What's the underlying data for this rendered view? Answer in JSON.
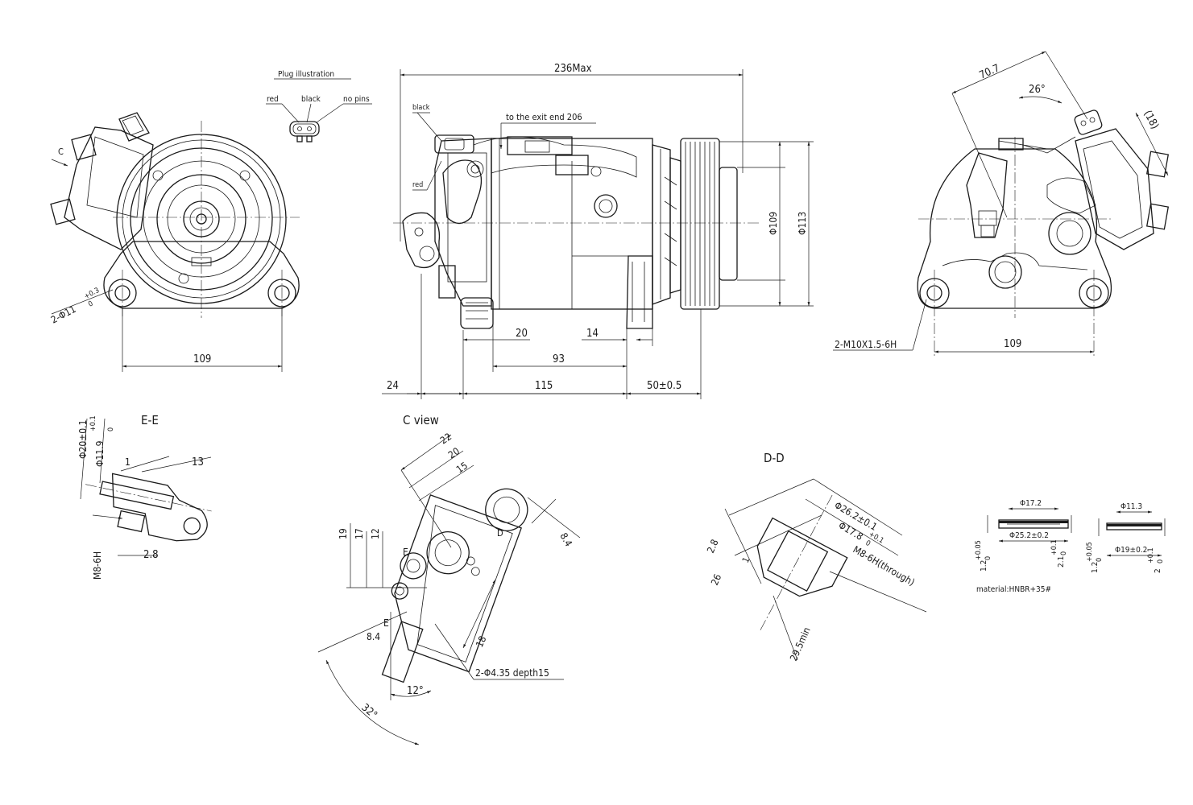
{
  "plug": {
    "title": "Plug illustration",
    "red": "red",
    "black": "black",
    "no_pins": "no pins"
  },
  "front_view": {
    "c_marker": "C",
    "hole_callout": "2-Φ11",
    "hole_tol_upper": "+0.3",
    "hole_tol_lower": "0",
    "width": "109"
  },
  "side_view": {
    "overall": "236Max",
    "exit_note": "to the exit end 206",
    "wire_black": "black",
    "wire_red": "red",
    "dia_109": "Φ109",
    "dia_113": "Φ113",
    "d20": "20",
    "d14": "14",
    "d93": "93",
    "d24": "24",
    "d115": "115",
    "d50": "50±0.5"
  },
  "rear_view": {
    "d70_7": "70.7",
    "a26": "26°",
    "d18": "(18)",
    "thread": "2-M10X1.5-6H",
    "width": "109"
  },
  "section_ee": {
    "title": "E-E",
    "d20": "Φ20±0.1",
    "d11_9": "Φ11.9",
    "d11_9_tol_upper": "+0.1",
    "d11_9_tol_lower": "0",
    "d1": "1",
    "d13": "13",
    "thread": "M8-6H",
    "d2_8": "2.8"
  },
  "c_view": {
    "title": "C view",
    "d22": "22",
    "d20": "20",
    "d15": "15",
    "d8_4_right": "8.4",
    "d19": "19",
    "d17": "17",
    "d12": "12",
    "d18": "18",
    "d8_4_left": "8.4",
    "holes": "2-Φ4.35 depth15",
    "a12": "12°",
    "a32": "32°",
    "mark_e": "E",
    "mark_d": "D"
  },
  "section_dd": {
    "title": "D-D",
    "d2_8": "2.8",
    "d26": "26",
    "d1": "1",
    "d26_2": "Φ26.2±0.1",
    "d17_8": "Φ17.8",
    "d17_8_tol_upper": "+0.1",
    "d17_8_tol_lower": "0",
    "thread": "M8-6H(through)",
    "d29_5": "29.5min"
  },
  "orings": {
    "ring1": {
      "id": "Φ17.2",
      "od": "Φ25.2±0.2",
      "thk": "1.2",
      "thk_tol_upper": "+0.05",
      "thk_tol_lower": "0",
      "h": "2.1",
      "h_tol_upper": "+0.1",
      "h_tol_lower": "0"
    },
    "ring2": {
      "id": "Φ11.3",
      "od": "Φ19±0.2",
      "thk": "1.2",
      "thk_tol_upper": "+0.05",
      "thk_tol_lower": "0",
      "h": "2",
      "h_tol_upper": "+0.1",
      "h_tol_lower": "0"
    },
    "material": "material:HNBR+35#"
  }
}
